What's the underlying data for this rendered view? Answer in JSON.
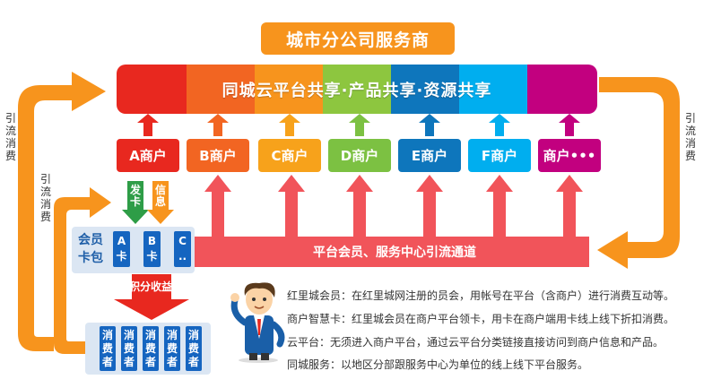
{
  "title": "城市分公司服务商",
  "banner_text": "同城云平台共享·产品共享·资源共享",
  "banner_colors": [
    "#e8281f",
    "#f26522",
    "#f7941d",
    "#8dc63f",
    "#0e76bc",
    "#00aeef",
    "#c2007f"
  ],
  "merchants": [
    {
      "label": "A商户",
      "color": "#e8281f"
    },
    {
      "label": "B商户",
      "color": "#f26522"
    },
    {
      "label": "C商户",
      "color": "#f7a21b"
    },
    {
      "label": "D商户",
      "color": "#7cc142"
    },
    {
      "label": "E商户",
      "color": "#0e76bc"
    },
    {
      "label": "F商户",
      "color": "#00aeef"
    },
    {
      "label": "商户•••",
      "color": "#c2007f"
    }
  ],
  "left_outer_label": [
    "引",
    "流",
    "消",
    "费"
  ],
  "left_inner_label": [
    "引",
    "流",
    "消",
    "费"
  ],
  "right_label": [
    "引",
    "流",
    "消",
    "费"
  ],
  "issue_card_label": [
    "发",
    "卡"
  ],
  "info_label": [
    "信",
    "息"
  ],
  "member_card_label": "会员卡包",
  "mini_cards": [
    {
      "top": "A",
      "bottom": "卡"
    },
    {
      "top": "B",
      "bottom": "卡"
    },
    {
      "top": "C",
      "bottom": ".."
    }
  ],
  "channel_label": "平台会员、服务中心引流通道",
  "points_label": "积分收益",
  "consumer_label": "消费者",
  "consumers": [
    {
      "top": "消",
      "bottom": "费",
      "last": "者"
    },
    {
      "top": "消",
      "bottom": "费",
      "last": "者"
    },
    {
      "top": "消",
      "bottom": "费",
      "last": "者"
    },
    {
      "top": "消",
      "bottom": "费",
      "last": "者"
    },
    {
      "top": "消",
      "bottom": "费",
      "last": "者"
    }
  ],
  "descriptions": [
    "红里城会员：在红里城网注册的员会，用帐号在平台（含商户）进行消费互动等。",
    "商户智慧卡：红里城会员在商户平台领卡，用卡在商户端用卡线上线下折扣消费。",
    "云平台：无须进入商户平台，通过云平台分类链接直接访问到商户信息和产品。",
    "同城服务：以地区分部跟服务中心为单位的线上线下平台服务。"
  ]
}
